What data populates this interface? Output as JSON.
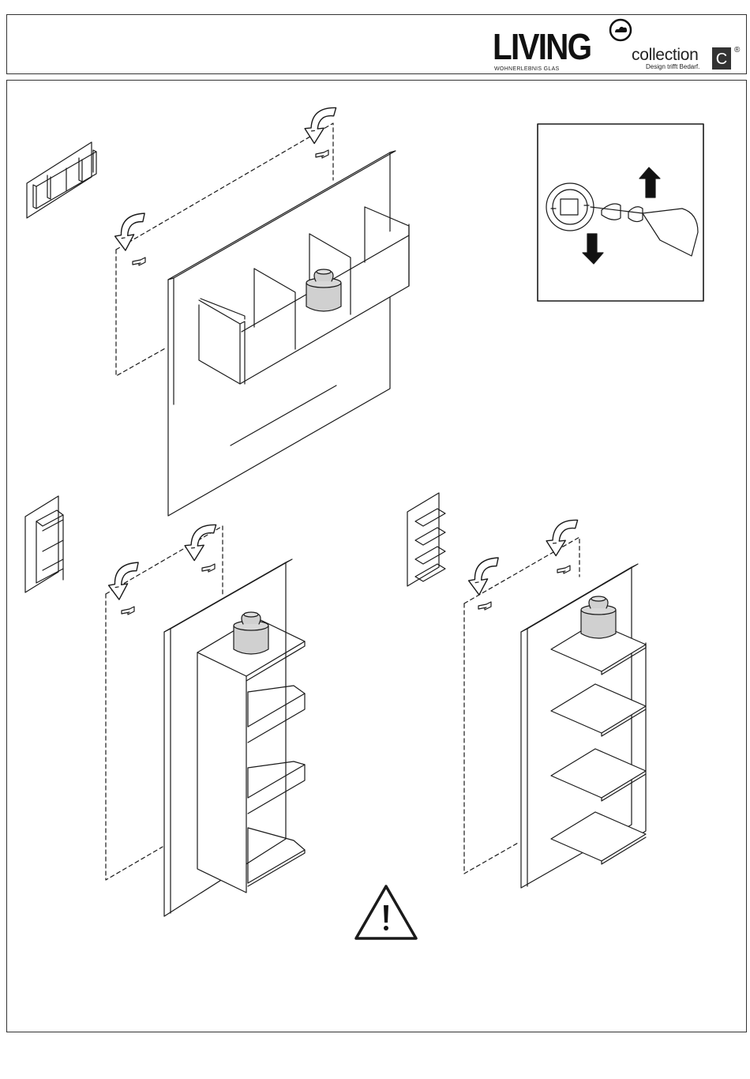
{
  "logo": {
    "brand": "LIVING",
    "brand_subline": "WOHNERLEBNIS GLAS",
    "collection": "collection",
    "collection_letter": "C",
    "registered": "®",
    "collection_tagline": "Design trifft Bedarf."
  },
  "icons": {
    "warning": "warning-triangle-icon",
    "rotate_arrow": "curved-arrow-icon",
    "cloud": "cloud-icon",
    "up_arrow": "arrow-up-icon",
    "down_arrow": "arrow-down-icon"
  },
  "colors": {
    "line": "#1a1a1a",
    "weight_fill": "#d0d0d0"
  }
}
